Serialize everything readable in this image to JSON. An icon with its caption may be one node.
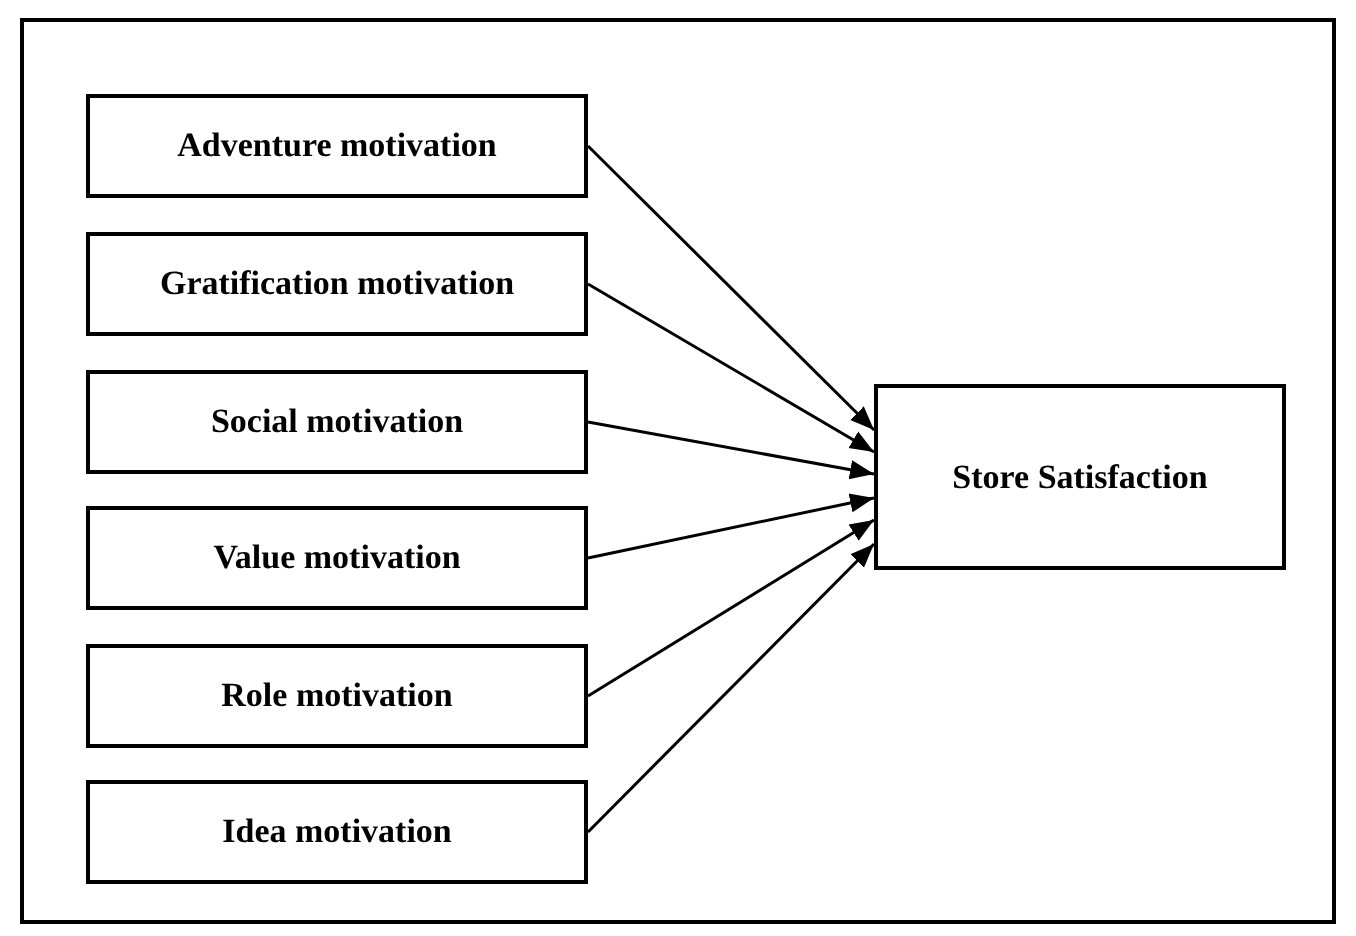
{
  "diagram": {
    "nodes": [
      {
        "text": [
          "Adventure motivation"
        ]
      },
      {
        "text": [
          "Gratification motivation"
        ]
      },
      {
        "text": [
          "Social motivation"
        ]
      },
      {
        "text": [
          "Value motivation"
        ]
      },
      {
        "text": [
          "Role motivation"
        ]
      },
      {
        "text": [
          "Idea motivation"
        ]
      },
      {
        "text": [
          "Store Satisfaction"
        ]
      }
    ],
    "edges": [
      {
        "from": 0,
        "to": 6,
        "arrow": "to"
      },
      {
        "from": 1,
        "to": 6,
        "arrow": "to"
      },
      {
        "from": 2,
        "to": 6,
        "arrow": "to"
      },
      {
        "from": 3,
        "to": 6,
        "arrow": "to"
      },
      {
        "from": 4,
        "to": 6,
        "arrow": "to"
      },
      {
        "from": 5,
        "to": 6,
        "arrow": "to"
      }
    ]
  }
}
